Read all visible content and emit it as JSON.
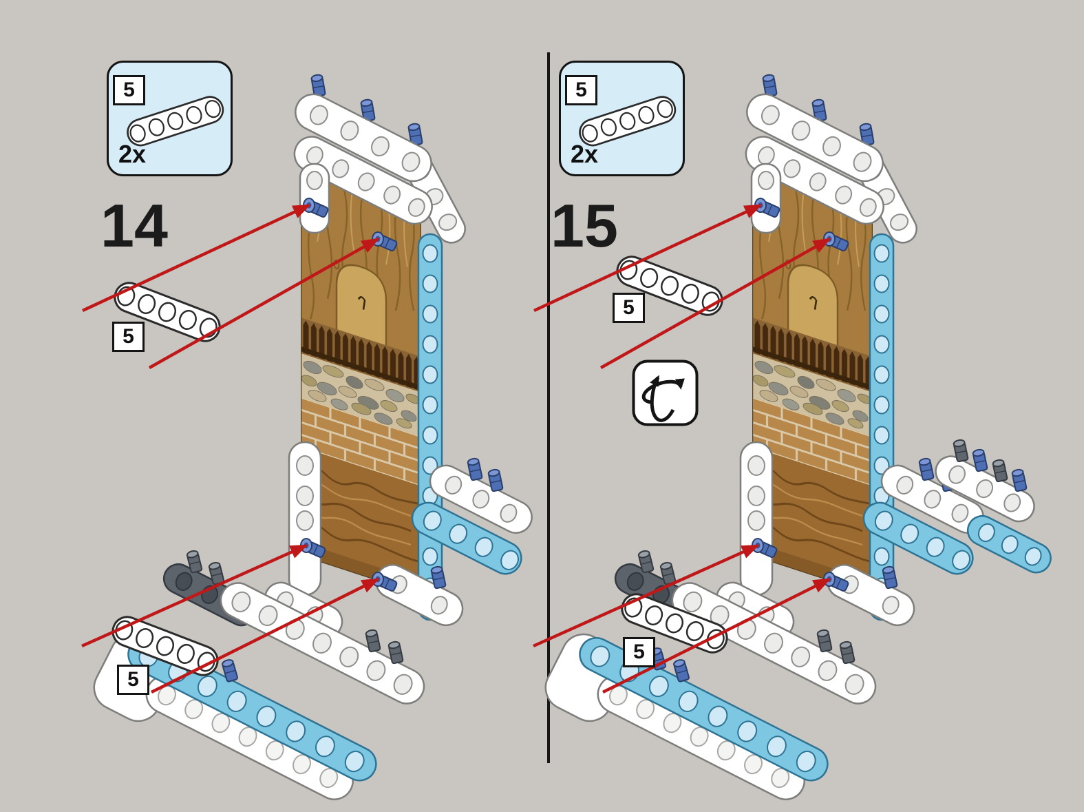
{
  "page": {
    "background_color": "#c9c5c1",
    "divider_color": "#161616"
  },
  "steps": [
    {
      "number": "14",
      "callout": {
        "part_id": "5",
        "quantity": "2x"
      },
      "upper_part_label": "5",
      "lower_part_label": "5",
      "has_rotate_icon": false
    },
    {
      "number": "15",
      "callout": {
        "part_id": "5",
        "quantity": "2x"
      },
      "upper_part_label": "5",
      "lower_part_label": "5",
      "has_rotate_icon": true
    }
  ],
  "colors": {
    "callout_background": "#d6edf8",
    "arrow_red": "#c01818",
    "beam_blue": "#7ec7e2",
    "pin_blue": "#4f6fb5",
    "part_white": "#ffffff",
    "panel_wood_brown": "#a87c3e"
  },
  "icons": {
    "rotate_icon": "rotate-model-icon"
  }
}
